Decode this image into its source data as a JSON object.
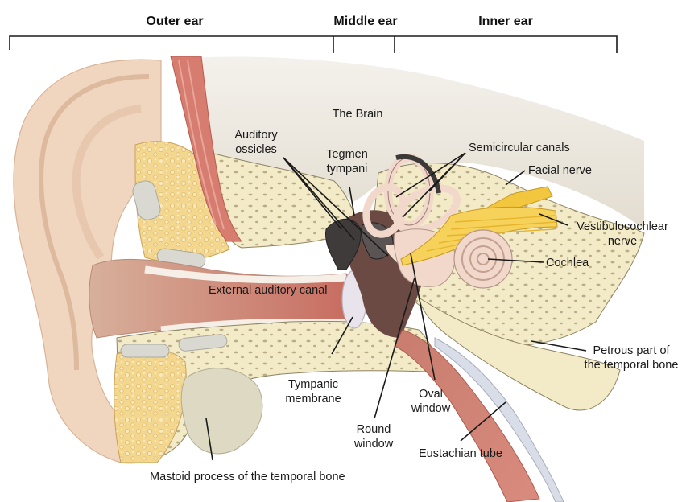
{
  "sections": {
    "outer": "Outer ear",
    "middle": "Middle ear",
    "inner": "Inner ear"
  },
  "labels": {
    "brain": "The Brain",
    "auditory_ossicles": [
      "Auditory",
      "ossicles"
    ],
    "tegmen_tympani": [
      "Tegmen",
      "tympani"
    ],
    "semicircular_canals": "Semicircular canals",
    "facial_nerve": "Facial nerve",
    "vestibulocochlear_nerve": [
      "Vestibulocochlear",
      "nerve"
    ],
    "cochlea": "Cochlea",
    "external_auditory_canal": "External auditory canal",
    "petrous_part": [
      "Petrous part of",
      "the temporal bone"
    ],
    "tympanic_membrane": [
      "Tympanic",
      "membrane"
    ],
    "oval_window": [
      "Oval",
      "window"
    ],
    "round_window": [
      "Round",
      "window"
    ],
    "eustachian_tube": "Eustachian tube",
    "mastoid_process": "Mastoid process of the temporal bone"
  },
  "colors": {
    "skin": "#f2dcc9",
    "skin_dark": "#e3bfa3",
    "bone": "#f3ebc8",
    "marrow": "#f6d890",
    "brain": "#e9e4d9",
    "canal": "#c98a78",
    "muscle": "#d77a70",
    "nerve": "#f2c53d",
    "ossicle": "#4a4444",
    "outline": "#1a1a1a"
  }
}
